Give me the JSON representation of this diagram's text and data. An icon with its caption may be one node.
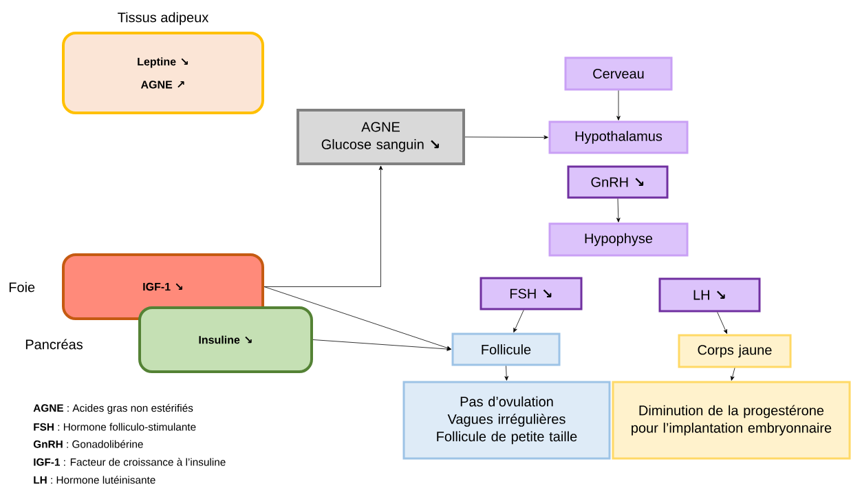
{
  "diagram": {
    "nodes": [
      {
        "text": [
          "Tissus adipeux",
          "Leptine ↘",
          "AGNE ↗"
        ]
      },
      {
        "text": [
          "AGNE",
          "Glucose sanguin ↘"
        ]
      },
      {
        "text": [
          "Cerveau"
        ]
      },
      {
        "text": [
          "Hypothalamus"
        ]
      },
      {
        "text": [
          "GnRH ↘"
        ]
      },
      {
        "text": [
          "Hypophyse"
        ]
      },
      {
        "text": [
          "IGF-1 ↘"
        ]
      },
      {
        "text": [
          "Insuline ↘"
        ]
      },
      {
        "text": [
          "FSH ↘"
        ]
      },
      {
        "text": [
          "LH ↘"
        ]
      },
      {
        "text": [
          "Follicule"
        ]
      },
      {
        "text": [
          "Corps jaune"
        ]
      },
      {
        "text": [
          "Pas d’ovulation",
          "Vagues irrégulières",
          "Follicule de petite taille"
        ]
      },
      {
        "text": [
          "Diminution de la progestérone pour l’implantation embryonnaire"
        ]
      }
    ],
    "edges": [
      {
        "from": 6,
        "to": 1,
        "arrow": "to"
      },
      {
        "from": 1,
        "to": 3,
        "arrow": "to"
      },
      {
        "from": 2,
        "to": 3,
        "arrow": "to"
      },
      {
        "from": 4,
        "to": 5,
        "arrow": "to"
      },
      {
        "from": 6,
        "to": 10,
        "arrow": "to"
      },
      {
        "from": 7,
        "to": 10,
        "arrow": "to"
      },
      {
        "from": 8,
        "to": 10,
        "arrow": "to"
      },
      {
        "from": 9,
        "to": 11,
        "arrow": "to"
      },
      {
        "from": 10,
        "to": 12,
        "arrow": "to"
      },
      {
        "from": 11,
        "to": 13,
        "arrow": "to"
      }
    ],
    "labels": [
      "Foie",
      "Pancréas",
      "**AGNE** : Acides gras non estérifiés",
      "**FSH** : Hormone folliculo-stimulante",
      "**GnRH** : Gonadolibérine",
      "**IGF-1** : Facteur de croissance à l’insuline",
      "**LH** : Hormone lutéinisante"
    ]
  }
}
